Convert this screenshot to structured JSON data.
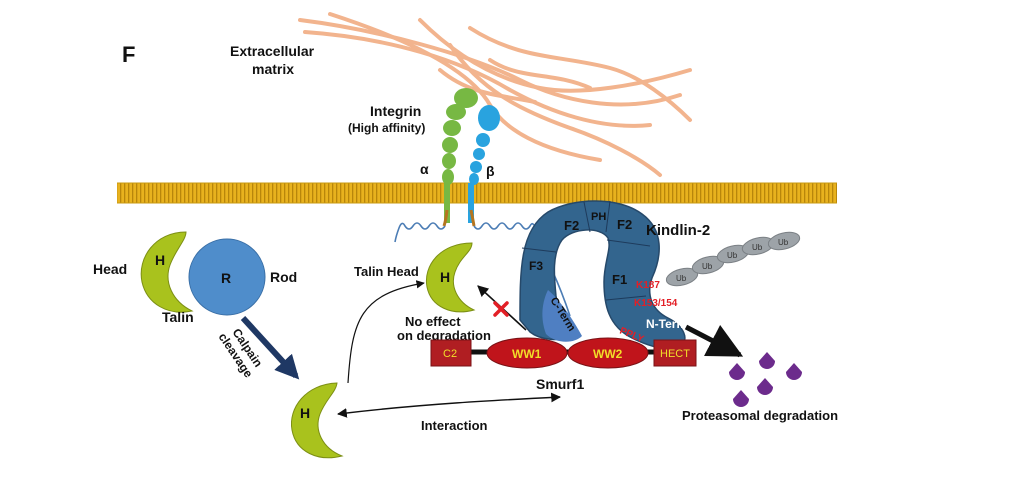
{
  "panel_letter": "F",
  "labels": {
    "ecm": [
      "Extracellular",
      "matrix"
    ],
    "integrin": [
      "Integrin",
      "(High affinity)"
    ],
    "alpha": "α",
    "beta": "β",
    "head": "Head",
    "rod": "Rod",
    "talin": "Talin",
    "talin_head": "Talin Head",
    "h": "H",
    "r": "R",
    "calpain": [
      "Calpain",
      "cleavage"
    ],
    "no_effect": [
      "No effect",
      "on degradation"
    ],
    "interaction": "Interaction",
    "smurf1": "Smurf1",
    "kindlin2": "Kindlin-2",
    "proteasomal": "Proteasomal degradation"
  },
  "kindlin_domains": {
    "f2_left": "F2",
    "ph": "PH",
    "f2_right": "F2",
    "f3": "F3",
    "f1": "F1",
    "c_term": "C-Term",
    "n_term": "N-Term",
    "pply": "PPLY"
  },
  "smurf_domains": [
    "C2",
    "WW1",
    "WW2",
    "HECT"
  ],
  "lysines": [
    "K187",
    "K153/154"
  ],
  "ub_chain": [
    "Ub",
    "Ub",
    "Ub",
    "Ub",
    "Ub"
  ],
  "colors": {
    "membrane": "#E8B21E",
    "ecm_fiber": "#F2B48E",
    "integrin_alpha": "#77B843",
    "integrin_beta": "#29A3DF",
    "talin_head": "#A9C21D",
    "talin_rod": "#4F8DCB",
    "kindlin": "#33658E",
    "smurf_ww": "#C0141B",
    "smurf_box": "#B01E22",
    "ww_text": "#F2DE29",
    "ubiquitin": "#9DA3A8",
    "proteasome": "#6C2B8C",
    "lysine_text": "#E31F26",
    "arrow_dark": "#1F3864"
  }
}
